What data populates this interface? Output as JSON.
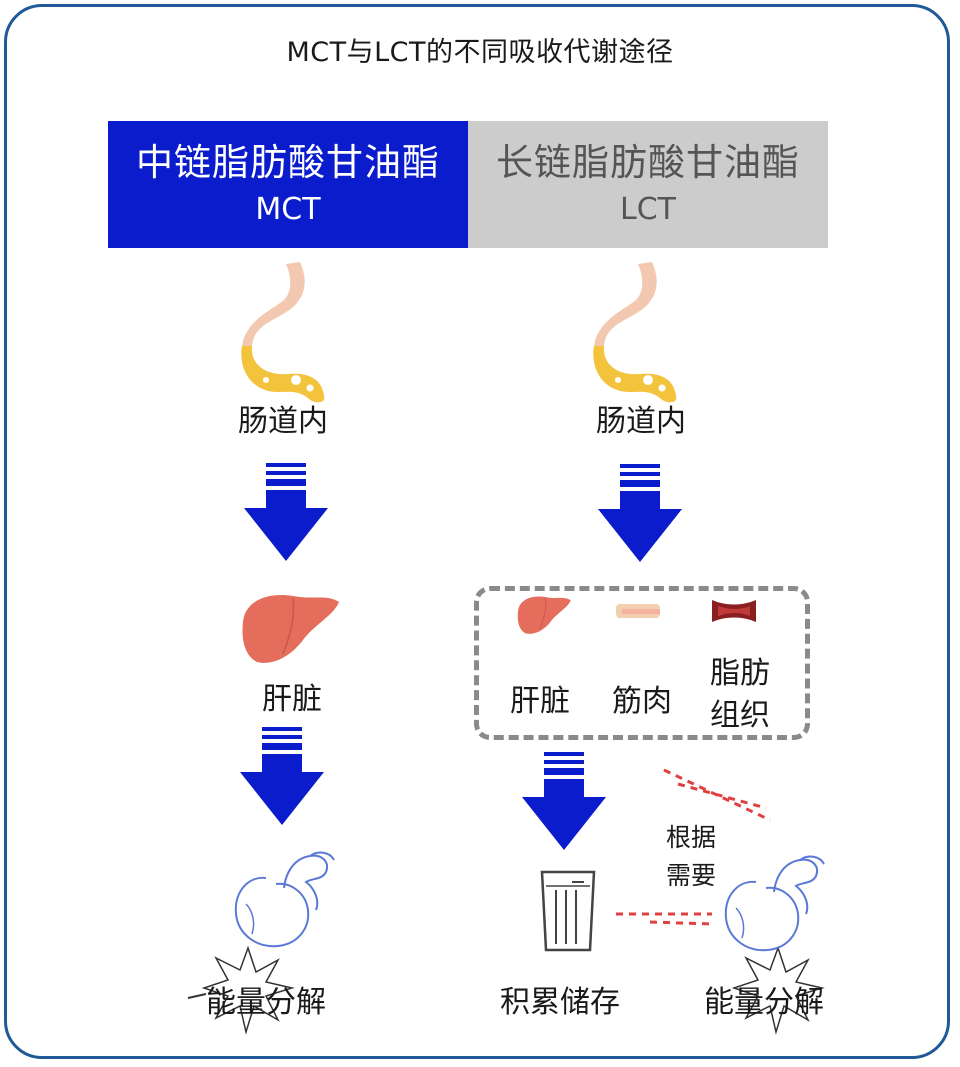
{
  "title": "MCT与LCT的不同吸收代谢途径",
  "mct": {
    "name": "中链脂肪酸甘油酯",
    "abbr": "MCT",
    "intestine": "肠道内",
    "liver": "肝脏",
    "energy": "能量分解",
    "color": "#0a1ccb"
  },
  "lct": {
    "name": "长链脂肪酸甘油酯",
    "abbr": "LCT",
    "intestine": "肠道内",
    "liver": "肝脏",
    "muscle": "筋肉",
    "fat_tissue_line1": "脂肪",
    "fat_tissue_line2": "组织",
    "storage": "积累储存",
    "as_needed_line1": "根据",
    "as_needed_line2": "需要",
    "energy": "能量分解",
    "color": "#cccccc"
  },
  "arrow_color": "#0a1ccb",
  "dashed_arrow_color": "#e04040"
}
